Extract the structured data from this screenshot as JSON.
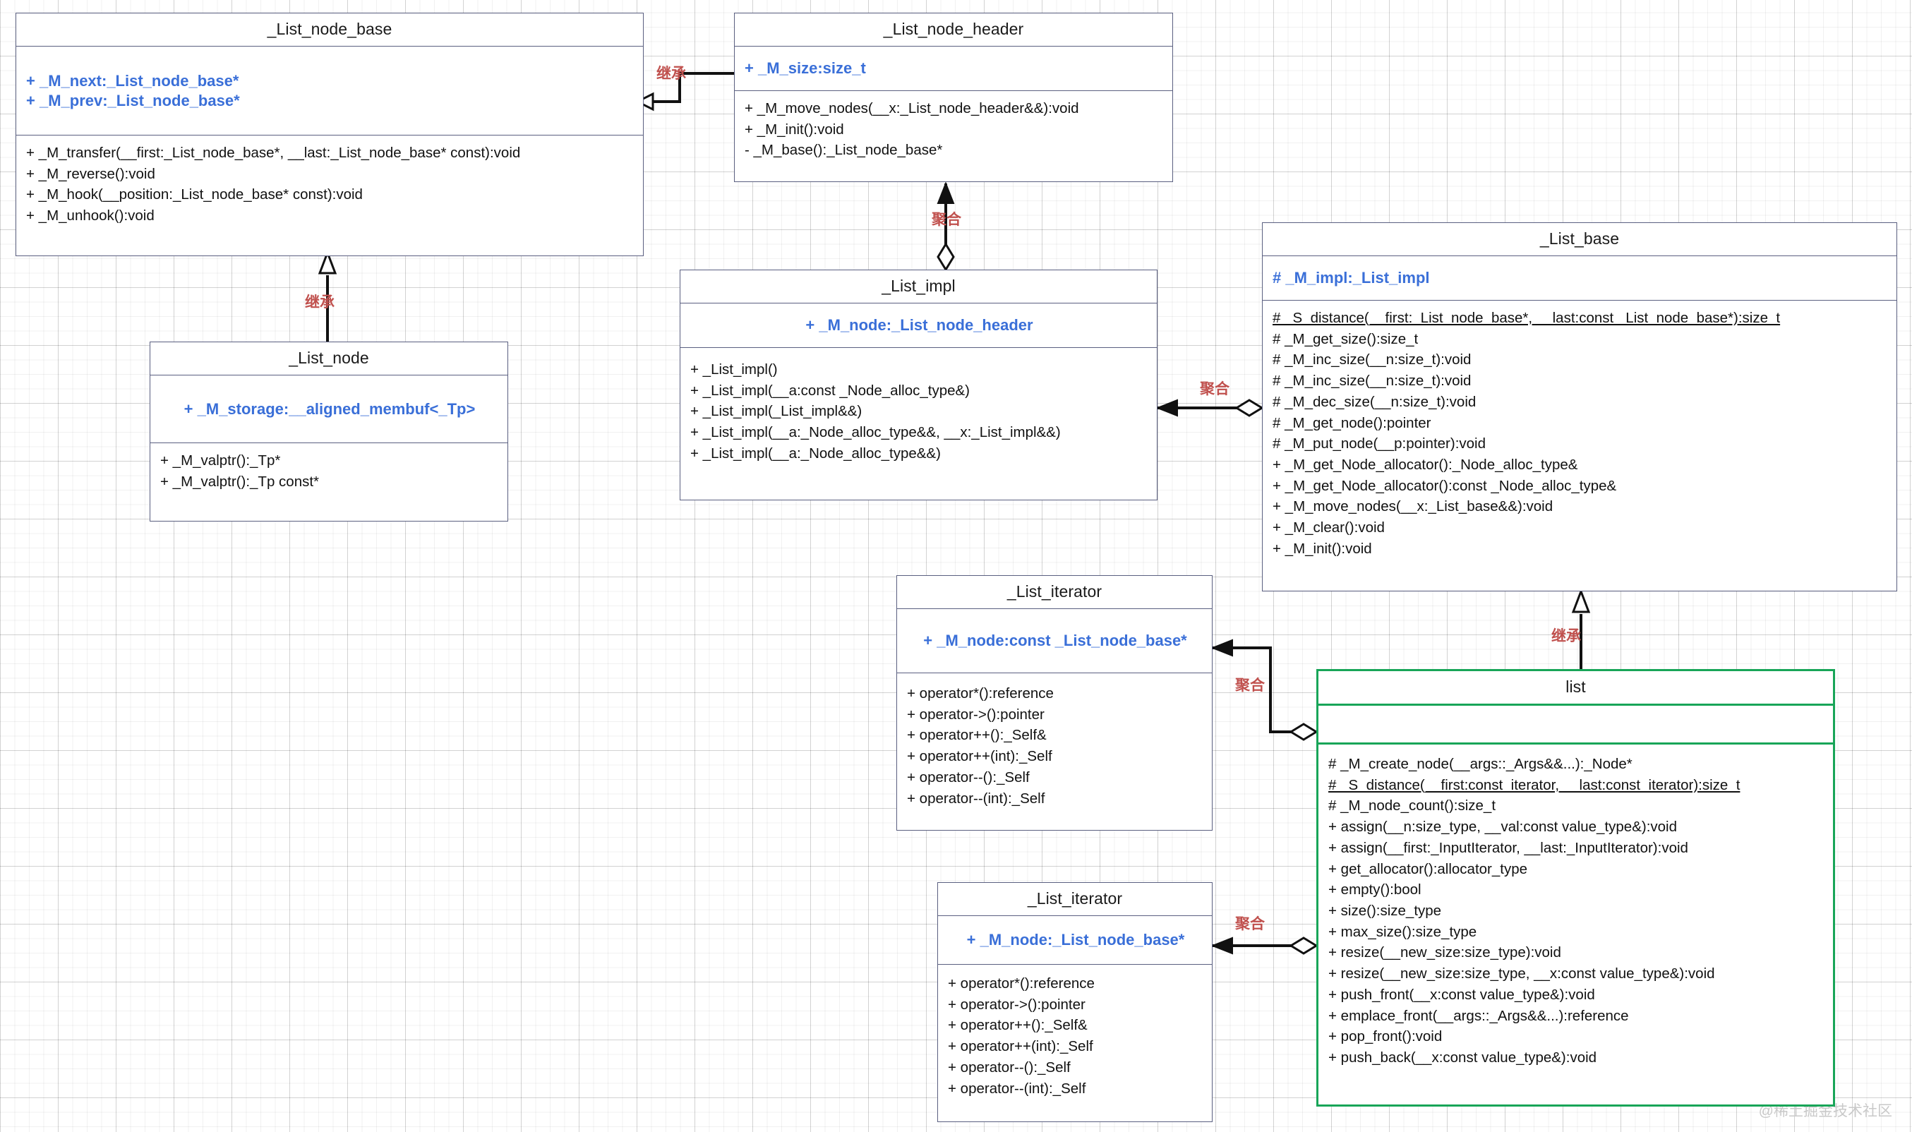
{
  "diagram": {
    "type": "uml-class-diagram",
    "watermark": "@稀土掘金技术社区",
    "relationship_labels": {
      "inheritance": "继承",
      "aggregation": "聚合"
    }
  },
  "classes": {
    "list_node_base": {
      "name": "_List_node_base",
      "attributes": [
        "+ _M_next:_List_node_base*",
        "+ _M_prev:_List_node_base*"
      ],
      "operations": [
        "+ _M_transfer(__first:_List_node_base*, __last:_List_node_base* const):void",
        "+ _M_reverse():void",
        "+ _M_hook(__position:_List_node_base* const):void",
        "+ _M_unhook():void"
      ]
    },
    "list_node_header": {
      "name": "_List_node_header",
      "attributes": [
        "+ _M_size:size_t"
      ],
      "operations": [
        "+ _M_move_nodes(__x:_List_node_header&&):void",
        "+ _M_init():void",
        "- _M_base():_List_node_base*"
      ]
    },
    "list_node": {
      "name": "_List_node",
      "attributes": [
        "+ _M_storage:__aligned_membuf<_Tp>"
      ],
      "operations": [
        "+ _M_valptr():_Tp*",
        "+ _M_valptr():_Tp const*"
      ]
    },
    "list_impl": {
      "name": "_List_impl",
      "attributes": [
        "+ _M_node:_List_node_header"
      ],
      "operations": [
        "+ _List_impl()",
        "+ _List_impl(__a:const _Node_alloc_type&)",
        "+ _List_impl(_List_impl&&)",
        "+ _List_impl(__a:_Node_alloc_type&&, __x:_List_impl&&)",
        "+ _List_impl(__a:_Node_alloc_type&&)"
      ]
    },
    "list_base": {
      "name": "_List_base",
      "attributes": [
        "# _M_impl:_List_impl"
      ],
      "operations": [
        "# _S_distance(__first:_List_node_base*, __last:const _List_node_base*):size_t",
        "# _M_get_size():size_t",
        "# _M_inc_size(__n:size_t):void",
        "# _M_inc_size(__n:size_t):void",
        "# _M_dec_size(__n:size_t):void",
        "# _M_get_node():pointer",
        "# _M_put_node(__p:pointer):void",
        "+ _M_get_Node_allocator():_Node_alloc_type&",
        "+ _M_get_Node_allocator():const _Node_alloc_type&",
        "+ _M_move_nodes(__x:_List_base&&):void",
        "+ _M_clear():void",
        "+ _M_init():void"
      ],
      "static_ops": [
        0
      ]
    },
    "list_iterator_const": {
      "name": "_List_iterator",
      "attributes": [
        "+ _M_node:const _List_node_base*"
      ],
      "operations": [
        "+ operator*():reference",
        "+ operator->():pointer",
        "+ operator++():_Self&",
        "+ operator++(int):_Self",
        "+ operator--():_Self",
        "+ operator--(int):_Self"
      ]
    },
    "list_iterator": {
      "name": "_List_iterator",
      "attributes": [
        "+ _M_node:_List_node_base*"
      ],
      "operations": [
        "+ operator*():reference",
        "+ operator->():pointer",
        "+ operator++():_Self&",
        "+ operator++(int):_Self",
        "+ operator--():_Self",
        "+ operator--(int):_Self"
      ]
    },
    "list": {
      "name": "list",
      "attributes": [],
      "operations": [
        "# _M_create_node(__args::_Args&&...):_Node*",
        "# _S_distance(__first:const_iterator, __last:const_iterator):size_t",
        "# _M_node_count():size_t",
        "+ assign(__n:size_type, __val:const value_type&):void",
        "+ assign(__first:_InputIterator, __last:_InputIterator):void",
        "+ get_allocator():allocator_type",
        "+ empty():bool",
        "+ size():size_type",
        "+ max_size():size_type",
        "+ resize(__new_size:size_type):void",
        "+ resize(__new_size:size_type, __x:const value_type&):void",
        "+ push_front(__x:const value_type&):void",
        "+ emplace_front(__args::_Args&&...):reference",
        "+ pop_front():void",
        "+ push_back(__x:const value_type&):void"
      ],
      "static_ops": [
        1
      ]
    }
  },
  "edges": [
    {
      "id": "header-inherits-nodebase",
      "label": "继承",
      "kind": "inheritance"
    },
    {
      "id": "node-inherits-nodebase",
      "label": "继承",
      "kind": "inheritance"
    },
    {
      "id": "impl-aggregates-header",
      "label": "聚合",
      "kind": "aggregation"
    },
    {
      "id": "base-aggregates-impl",
      "label": "聚合",
      "kind": "aggregation"
    },
    {
      "id": "list-inherits-base",
      "label": "继承",
      "kind": "inheritance"
    },
    {
      "id": "list-aggregates-citer",
      "label": "聚合",
      "kind": "aggregation"
    },
    {
      "id": "list-aggregates-iter",
      "label": "聚合",
      "kind": "aggregation"
    }
  ],
  "colors": {
    "attribute_blue": "#3a6fd8",
    "box_border": "#5a5f80",
    "highlight_green": "#18a558",
    "label_red": "#c0504d"
  }
}
